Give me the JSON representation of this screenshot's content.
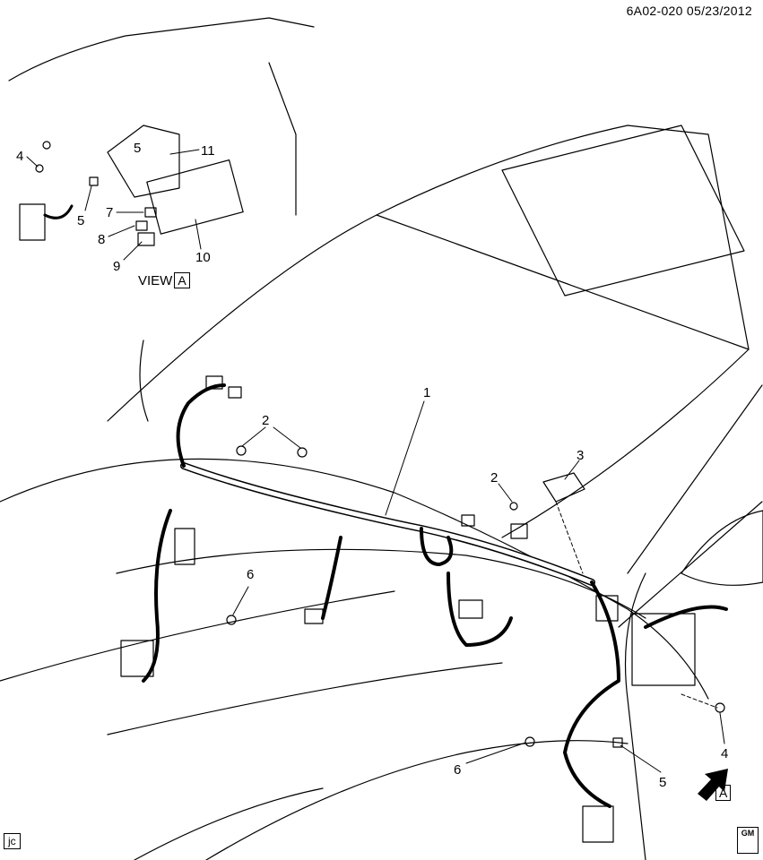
{
  "header": {
    "diagram_id": "6A02-020",
    "date": "05/23/2012"
  },
  "view_label": {
    "prefix": "VIEW",
    "letter": "A"
  },
  "callouts": [
    {
      "id": "c1",
      "text": "1"
    },
    {
      "id": "c2a",
      "text": "2"
    },
    {
      "id": "c2b",
      "text": "2"
    },
    {
      "id": "c3",
      "text": "3"
    },
    {
      "id": "c4a",
      "text": "4"
    },
    {
      "id": "c4b",
      "text": "4"
    },
    {
      "id": "c5a",
      "text": "5"
    },
    {
      "id": "c5b",
      "text": "5"
    },
    {
      "id": "c5c",
      "text": "5"
    },
    {
      "id": "c6a",
      "text": "6"
    },
    {
      "id": "c6b",
      "text": "6"
    },
    {
      "id": "c7",
      "text": "7"
    },
    {
      "id": "c8",
      "text": "8"
    },
    {
      "id": "c9",
      "text": "9"
    },
    {
      "id": "c10",
      "text": "10"
    },
    {
      "id": "c11",
      "text": "11"
    }
  ],
  "direction_arrow": {
    "letter": "A"
  },
  "footer": {
    "initials": "jc",
    "logo_text": "GM"
  }
}
